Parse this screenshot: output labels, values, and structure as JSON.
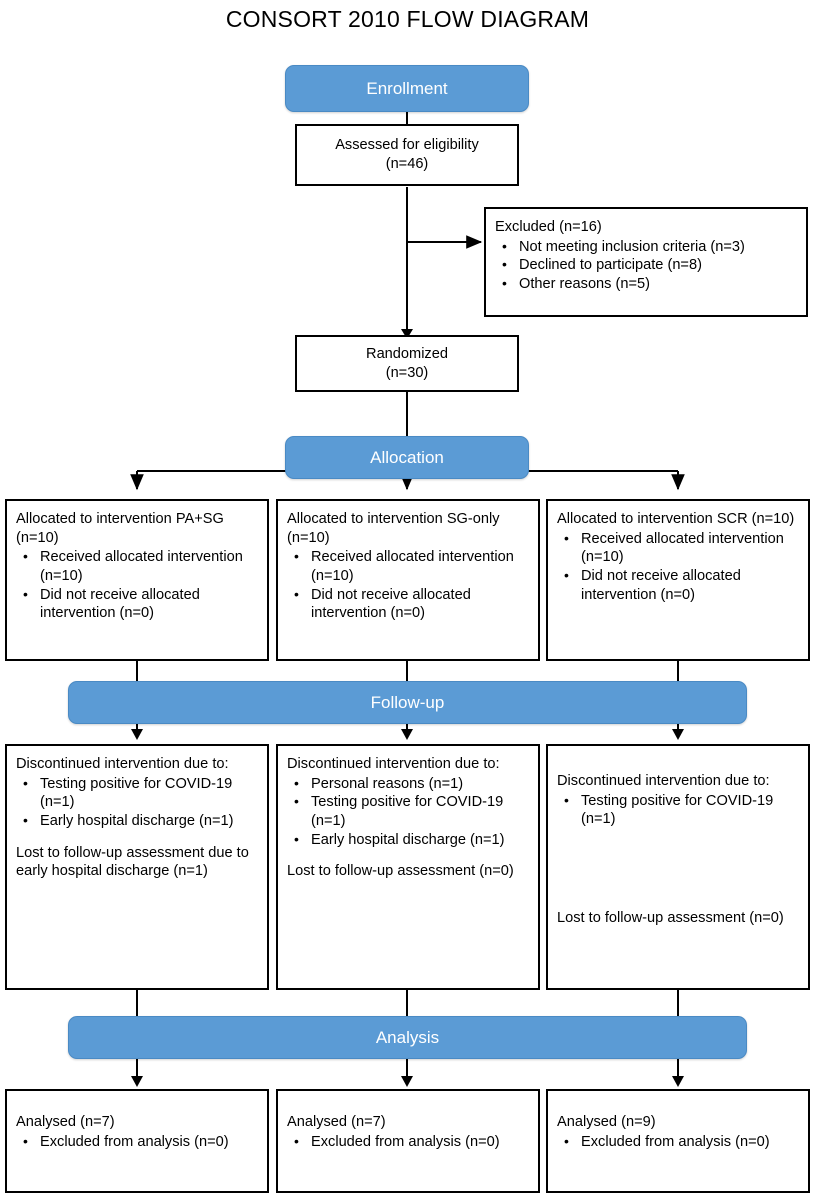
{
  "title": "CONSORT 2010 FLOW DIAGRAM",
  "colors": {
    "banner_fill": "#5B9BD5",
    "banner_text": "#FFFFFF",
    "box_border": "#000000",
    "page_background": "#FFFFFF",
    "connector": "#000000"
  },
  "stages": {
    "enrollment": "Enrollment",
    "allocation": "Allocation",
    "followup": "Follow-up",
    "analysis": "Analysis"
  },
  "enrollment": {
    "assessed": {
      "line1": "Assessed for eligibility",
      "line2": "(n=46)"
    },
    "excluded": {
      "heading": "Excluded (n=16)",
      "bullets": [
        "Not meeting inclusion criteria (n=3)",
        "Declined to participate (n=8)",
        "Other reasons (n=5)"
      ]
    },
    "randomized": {
      "line1": "Randomized",
      "line2": "(n=30)"
    }
  },
  "allocation": {
    "arms": [
      {
        "heading": "Allocated to intervention PA+SG (n=10)",
        "bullets": [
          "Received allocated intervention (n=10)",
          "Did not receive allocated intervention (n=0)"
        ]
      },
      {
        "heading": "Allocated to intervention SG-only (n=10)",
        "bullets": [
          "Received allocated intervention (n=10)",
          "Did not receive allocated intervention (n=0)"
        ]
      },
      {
        "heading": "Allocated to intervention SCR (n=10)",
        "bullets": [
          "Received allocated intervention (n=10)",
          "Did not receive allocated intervention (n=0)"
        ]
      }
    ]
  },
  "followup": {
    "arms": [
      {
        "heading": "Discontinued intervention due to:",
        "bullets": [
          "Testing positive for COVID-19 (n=1)",
          "Early hospital discharge (n=1)"
        ],
        "lost": "Lost to follow-up assessment due to early hospital discharge (n=1)"
      },
      {
        "heading": "Discontinued intervention due to:",
        "bullets": [
          "Personal reasons (n=1)",
          "Testing positive for COVID-19 (n=1)",
          "Early hospital discharge (n=1)"
        ],
        "lost": "Lost to follow-up assessment (n=0)"
      },
      {
        "heading": "Discontinued intervention due to:",
        "bullets": [
          "Testing positive for COVID-19 (n=1)"
        ],
        "lost": "Lost to follow-up assessment (n=0)"
      }
    ]
  },
  "analysis": {
    "arms": [
      {
        "heading": "Analysed  (n=7)",
        "bullets": [
          "Excluded from analysis (n=0)"
        ]
      },
      {
        "heading": "Analysed  (n=7)",
        "bullets": [
          "Excluded from analysis (n=0)"
        ]
      },
      {
        "heading": "Analysed  (n=9)",
        "bullets": [
          "Excluded from analysis (n=0)"
        ]
      }
    ]
  }
}
